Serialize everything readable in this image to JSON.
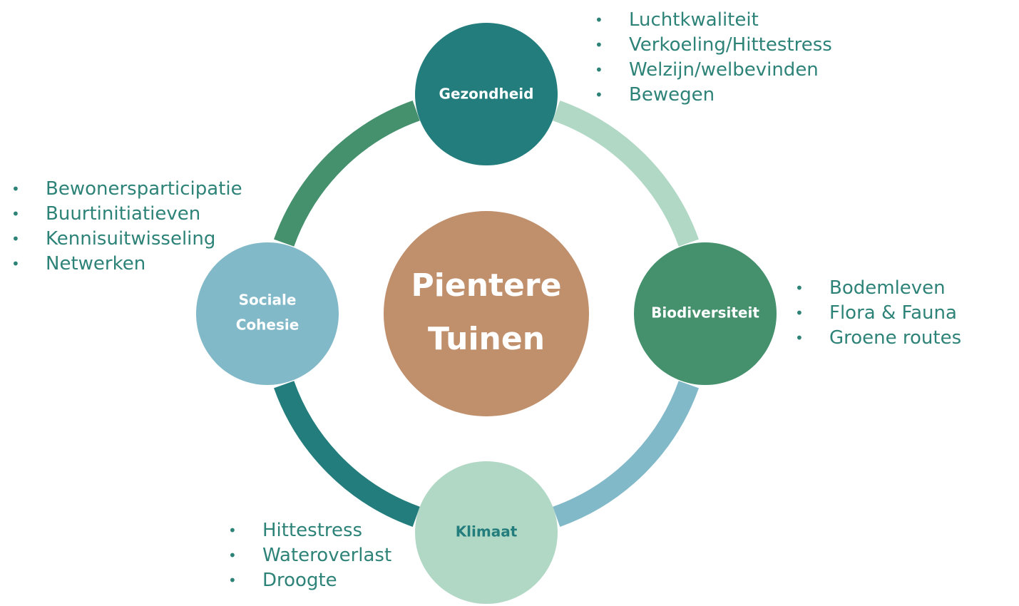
{
  "colors": {
    "teal_dark": "#237d7c",
    "green": "#45906d",
    "mint": "#b1d8c5",
    "sky": "#82b9c9",
    "center": "#c08f6c",
    "text": "#2e8378",
    "white": "#ffffff"
  },
  "center": {
    "line1": "Pientere",
    "line2": "Tuinen",
    "color": "#c08f6c"
  },
  "nodes": {
    "gezondheid": {
      "label": "Gezondheid",
      "fill": "#237d7c",
      "text_color": "#ffffff",
      "bullets": [
        "Luchtkwaliteit",
        "Verkoeling/Hittestress",
        "Welzijn/welbevinden",
        "Bewegen"
      ]
    },
    "biodiversiteit": {
      "label": "Biodiversiteit",
      "fill": "#45906d",
      "text_color": "#ffffff",
      "bullets": [
        "Bodemleven",
        "Flora & Fauna",
        "Groene routes"
      ]
    },
    "klimaat": {
      "label": "Klimaat",
      "fill": "#b1d8c5",
      "text_color": "#237d7c",
      "bullets": [
        "Hittestress",
        "Wateroverlast",
        "Droogte"
      ]
    },
    "sociale_cohesie": {
      "label_line1": "Sociale",
      "label_line2": "Cohesie",
      "fill": "#82b9c9",
      "text_color": "#ffffff",
      "bullets": [
        "Bewonersparticipatie",
        "Buurtinitiatieven",
        "Kennisuitwisseling",
        "Netwerken"
      ]
    }
  },
  "arcs": {
    "top_right": "#b1d8c5",
    "bottom_right": "#82b9c9",
    "bottom_left": "#237d7c",
    "top_left": "#45906d"
  }
}
